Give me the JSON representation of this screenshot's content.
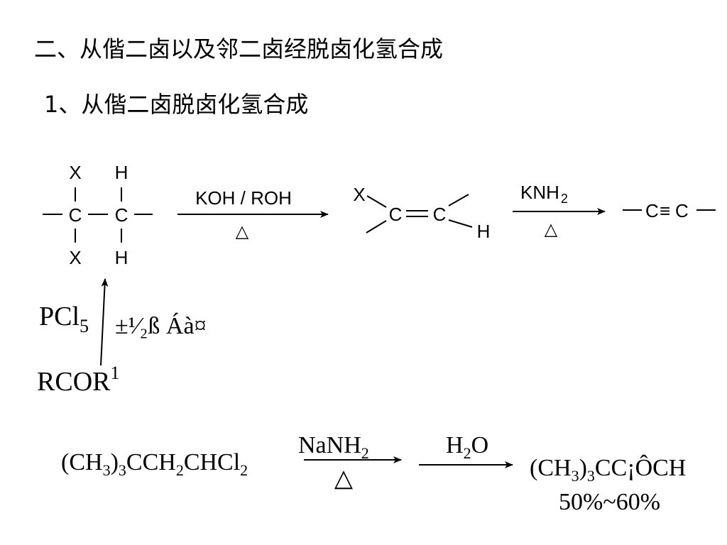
{
  "heading": "二、从偕二卤以及邻二卤经脱卤化氢合成",
  "subheading": "1、从偕二卤脱卤化氢合成",
  "scheme1": {
    "dihalide": {
      "x_top": "X",
      "h_top": "H",
      "c1": "C",
      "c2": "C",
      "x_bottom": "X",
      "h_bottom": "H"
    },
    "step1": {
      "reagent": "KOH / ROH",
      "condition": "△"
    },
    "vinyl_halide": {
      "x": "X",
      "c1": "C",
      "c2": "C",
      "h": "H"
    },
    "step2": {
      "reagent_main": "KNH",
      "reagent_sub": "2",
      "condition": "△"
    },
    "alkyne": {
      "c1": "C",
      "triple": "≡",
      "c2": "C"
    },
    "precursor": {
      "reagent_main": "PCl",
      "reagent_sub": "5",
      "garbled_note": "±¹⁄₂ß Áà¤",
      "starting_main": "RCOR",
      "starting_sup": "1"
    }
  },
  "scheme2": {
    "reactant": [
      "(CH",
      "3",
      ")",
      "3",
      "CCH",
      "2",
      "CHCl",
      "2"
    ],
    "step1": {
      "reagent_main": "NaNH",
      "reagent_sub": "2",
      "condition": "△"
    },
    "step2": {
      "reagent_main": "H",
      "reagent_sub": "2",
      "reagent_tail": "O"
    },
    "product": [
      "(CH",
      "3",
      ")",
      "3",
      "CC¡ÔCH"
    ],
    "yield": "50%~60%"
  }
}
